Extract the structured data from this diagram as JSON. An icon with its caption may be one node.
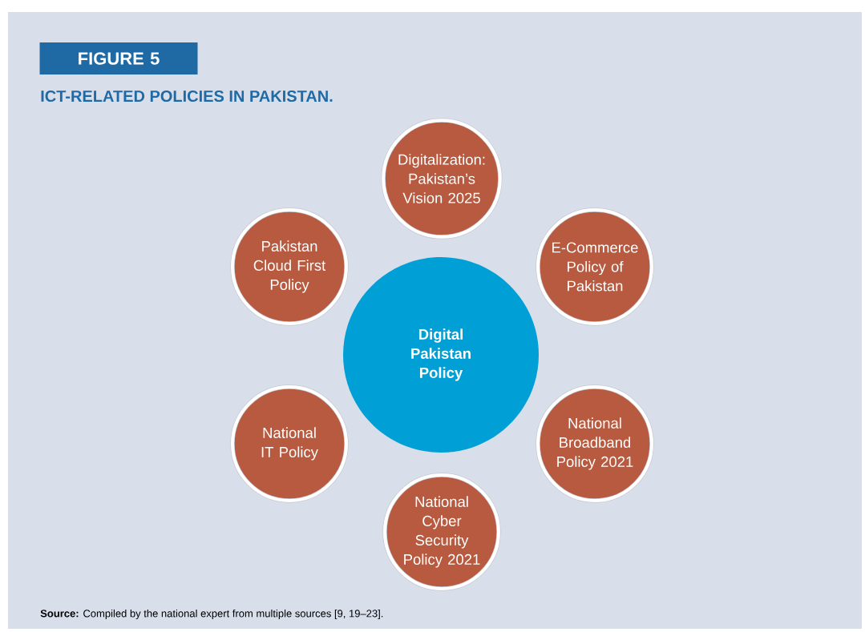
{
  "diagram": {
    "title": "ICT-RELATED POLICIES IN PAKISTAN.",
    "caption": "**Source:** Compiled by the national expert from multiple sources [9, 19–23].",
    "nodes": [
      {
        "text": [
          "FIGURE 5"
        ]
      },
      {
        "text": [
          "Digitalization: Pakistan’s Vision 2025"
        ]
      },
      {
        "text": [
          "Pakistan Cloud First Policy"
        ]
      },
      {
        "text": [
          "E-Commerce Policy of Pakistan"
        ]
      },
      {
        "text": [
          "Digital Pakistan Policy"
        ]
      },
      {
        "text": [
          "National IT Policy"
        ]
      },
      {
        "text": [
          "National Broadband Policy 2021"
        ]
      },
      {
        "text": [
          "National Cyber Security Policy 2021"
        ]
      }
    ]
  }
}
